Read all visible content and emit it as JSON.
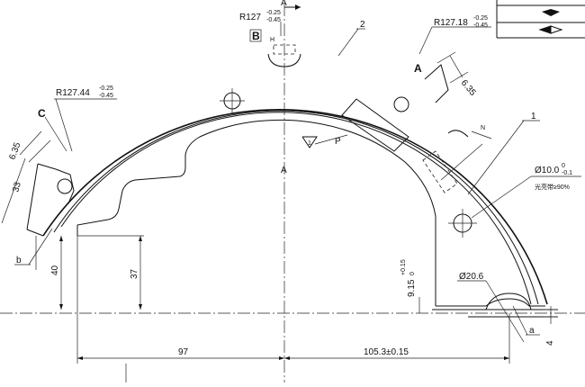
{
  "section_marks": {
    "top": "A",
    "bottom": "A"
  },
  "datum_labels": {
    "b_datum": "B",
    "a_datum": "A",
    "c_datum": "C"
  },
  "radius_dims": {
    "r127": {
      "base": "R127",
      "upper": "-0.25",
      "lower": "-0.45"
    },
    "r127_18": {
      "base": "R127.18",
      "upper": "-0.25",
      "lower": "-0.45"
    },
    "r127_44": {
      "base": "R127.44",
      "upper": "-0.25",
      "lower": "-0.45"
    }
  },
  "part_numbers": {
    "lining": "2",
    "shoe": "1"
  },
  "letters": {
    "h": "H",
    "n": "N",
    "p": "P",
    "a": "a",
    "b": "b"
  },
  "roughness_mark": "1",
  "dims": {
    "top_right_6_35": "6.35",
    "left_6_35": "6.35",
    "left_33": "33",
    "left_40": "40",
    "left_37": "37",
    "bottom_97": "97",
    "bottom_105": "105.3±0.15",
    "right_4": "4",
    "hole_small": {
      "base": "Ø10.0",
      "upper": "0",
      "lower": "-0.1"
    },
    "hole_note": "光亮带≥90%",
    "hole_large": "Ø20.6",
    "vertical_9_15": {
      "base": "9.15",
      "upper": "+0.15",
      "lower": "0"
    }
  },
  "corner_table": {
    "rows": 2
  }
}
